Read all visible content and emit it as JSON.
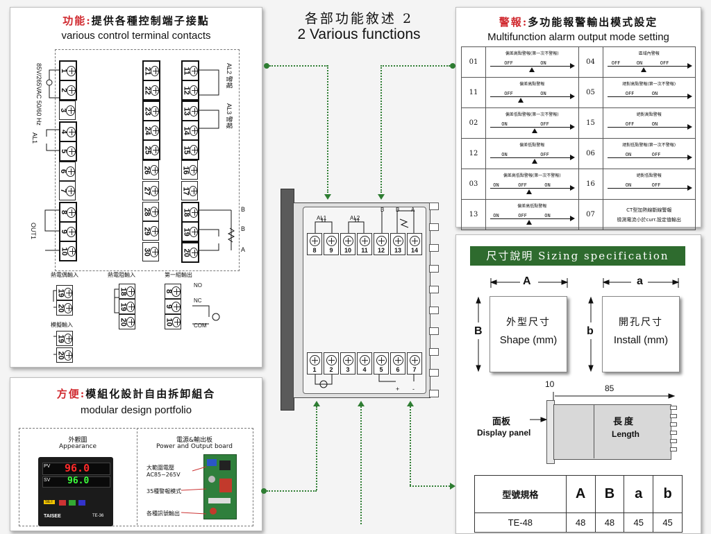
{
  "center": {
    "title_cn": "各部功能敘述 2",
    "title_en": "2 Various functions"
  },
  "terminals_panel": {
    "title_red": "功能:",
    "title_cn": "提供各種控制端子接點",
    "title_en": "various control terminal contacts",
    "power_label": "85V/265VAC 50/60 Hz",
    "al1": "AL1",
    "out1": "OUT1",
    "al2": "AL2 警報",
    "al3": "AL3 警報",
    "left_col": [
      "1",
      "2",
      "3",
      "4",
      "5",
      "6",
      "7",
      "8",
      "9",
      "10"
    ],
    "mid_col": [
      "21",
      "22",
      "23",
      "24",
      "25",
      "26",
      "27",
      "28",
      "29",
      "30"
    ],
    "right_col": [
      "11",
      "12",
      "13",
      "14",
      "15",
      "16",
      "17",
      "18",
      "19",
      "20"
    ],
    "b1": "B",
    "b2": "B",
    "a": "A",
    "tc_label": "熱電偶輸入",
    "rtd_label": "熱電阻輸入",
    "out_label": "第一組輸出",
    "analog_label": "模擬輸入",
    "tc_terms": [
      "19",
      "20"
    ],
    "rtd_terms": [
      "18",
      "19",
      "20"
    ],
    "out_terms": [
      "8",
      "9",
      "10"
    ],
    "analog_terms": [
      "19",
      "20"
    ],
    "no": "NO",
    "nc": "NC",
    "com": "COM"
  },
  "modular_panel": {
    "title_red": "方便:",
    "title_cn": "模組化設計自由拆卸組合",
    "title_en": "modular design portfolio",
    "appearance_cn": "外觀圖",
    "appearance_en": "Appearance",
    "board_cn": "電源&輸出板",
    "board_en": "Power and Output board",
    "pv": "PV",
    "sv": "SV",
    "pv_value": "96.0",
    "sv_value": "96.0",
    "set": "SET",
    "brand": "TAISEE",
    "model": "TE-36",
    "note1": "大範圍電壓 AC85~265V",
    "note2": "35種警報模式",
    "note3": "各種訊號輸出"
  },
  "alarm_panel": {
    "title_red": "警報:",
    "title_cn": "多功能報警輸出模式設定",
    "title_en": "Multifunction alarm output mode setting",
    "rows": [
      {
        "code_l": "01",
        "title_l": "偏差高點警報(第一次不警報)",
        "segs_l": [
          "OFF",
          "ON"
        ],
        "code_r": "04",
        "title_r": "區域內警報",
        "segs_r": [
          "OFF",
          "ON",
          "OFF"
        ]
      },
      {
        "code_l": "11",
        "title_l": "偏差高點警報",
        "segs_l": [
          "OFF",
          "ON"
        ],
        "code_r": "05",
        "title_r": "絕對高點警報(第一次不警報)",
        "segs_r": [
          "OFF",
          "ON"
        ]
      },
      {
        "code_l": "02",
        "title_l": "偏差低點警報(第一次不警報)",
        "segs_l": [
          "ON",
          "OFF"
        ],
        "code_r": "15",
        "title_r": "絕對高點警報",
        "segs_r": [
          "OFF",
          "ON"
        ]
      },
      {
        "code_l": "12",
        "title_l": "偏差低點警報",
        "segs_l": [
          "ON",
          "OFF"
        ],
        "code_r": "06",
        "title_r": "絕對低點警報(第一次不警報)",
        "segs_r": [
          "ON",
          "OFF"
        ]
      },
      {
        "code_l": "03",
        "title_l": "偏差高低點警報(第一次不警報)",
        "segs_l": [
          "ON",
          "OFF",
          "ON"
        ],
        "code_r": "16",
        "title_r": "絕對低點警報",
        "segs_r": [
          "ON",
          "OFF"
        ]
      },
      {
        "code_l": "13",
        "title_l": "偏差高低點警報",
        "segs_l": [
          "ON",
          "OFF",
          "ON"
        ],
        "code_r": "07",
        "title_r": "CT型加熱線斷線警報",
        "note_r": "檢測電流小於curr.設定值輸出"
      }
    ]
  },
  "sizing_panel": {
    "title": "尺寸說明 Sizing specification",
    "A": "A",
    "B": "B",
    "a": "a",
    "b": "b",
    "shape_cn": "外型尺寸",
    "shape_en": "Shape (mm)",
    "install_cn": "開孔尺寸",
    "install_en": "Install (mm)",
    "dim10": "10",
    "dim85": "85",
    "panel_cn": "面板",
    "panel_en": "Display panel",
    "length_cn": "長度",
    "length_en": "Length",
    "table_header": [
      "型號規格",
      "A",
      "B",
      "a",
      "b"
    ],
    "table_row1": [
      "TE-48",
      "48",
      "48",
      "45",
      "45"
    ]
  },
  "device": {
    "al1": "AL1",
    "al2": "AL2",
    "top_terms": [
      "8",
      "9",
      "10",
      "11",
      "12",
      "13",
      "14"
    ],
    "bottom_terms": [
      "1",
      "2",
      "3",
      "4",
      "5",
      "6",
      "7"
    ],
    "b": "B",
    "a": "A",
    "plus": "+",
    "minus": "-"
  },
  "colors": {
    "accent_red": "#d0282e",
    "green_header": "#2e6b2e",
    "connector_green": "#2e7d32"
  }
}
